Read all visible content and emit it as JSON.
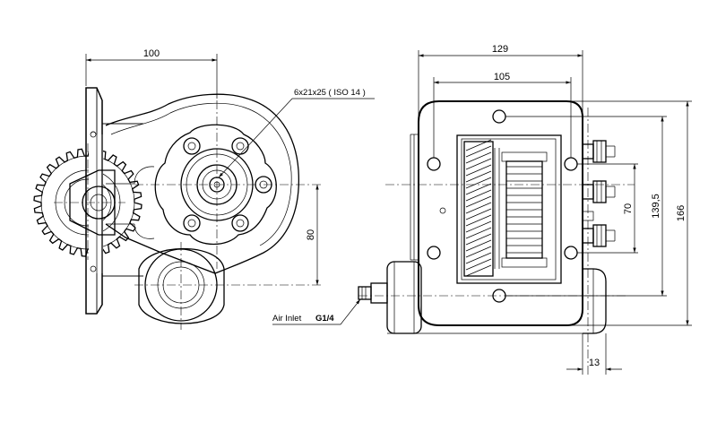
{
  "drawing": {
    "front_view": {
      "dim_width": "100",
      "dim_height": "80",
      "shaft_spec": "6x21x25 ( ISO 14 )"
    },
    "side_view": {
      "dim_overall": "129",
      "dim_inner": "105",
      "dim_70": "70",
      "dim_139_5": "139,5",
      "dim_166": "166",
      "dim_13": "13"
    },
    "air_inlet": {
      "label": "Air Inlet",
      "thread": "G1/4"
    }
  }
}
